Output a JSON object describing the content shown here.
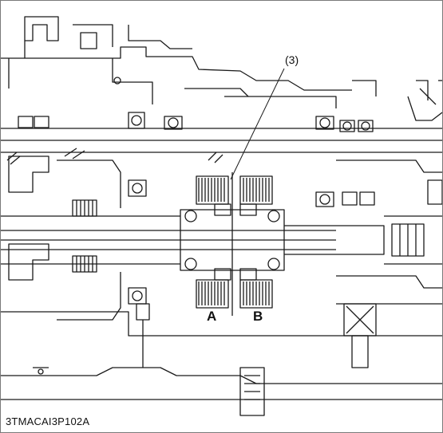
{
  "diagram": {
    "callout": "(3)",
    "label_a": "A",
    "label_b": "B",
    "figure_code": "3TMACAI3P102A",
    "colors": {
      "line": "#1a1a1a",
      "background": "#ffffff",
      "watermark": "#c8c8c8"
    }
  }
}
